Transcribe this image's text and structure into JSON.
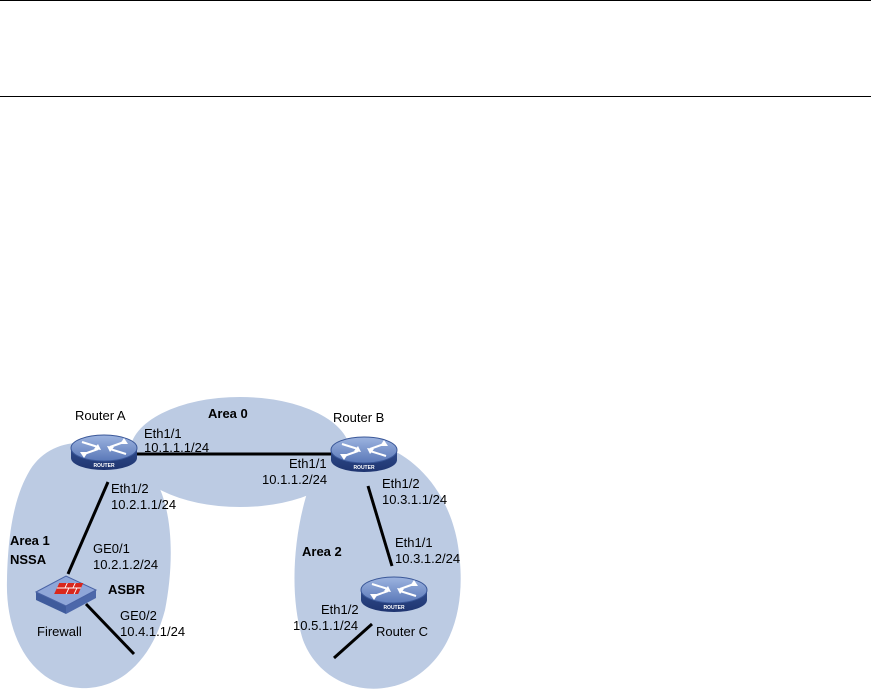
{
  "areas": {
    "area0": "Area 0",
    "area1_line1": "Area 1",
    "area1_line2": "NSSA",
    "area2": "Area 2"
  },
  "devices": {
    "router_a": {
      "name": "Router A",
      "badge": "ROUTER"
    },
    "router_b": {
      "name": "Router B",
      "badge": "ROUTER"
    },
    "router_c": {
      "name": "Router C",
      "badge": "ROUTER"
    },
    "firewall": {
      "name": "Firewall",
      "role": "ASBR"
    }
  },
  "interfaces": {
    "ra_eth11": {
      "name": "Eth1/1",
      "ip": "10.1.1.1/24"
    },
    "ra_eth12": {
      "name": "Eth1/2",
      "ip": "10.2.1.1/24"
    },
    "rb_eth11": {
      "name": "Eth1/1",
      "ip": "10.1.1.2/24"
    },
    "rb_eth12": {
      "name": "Eth1/2",
      "ip": "10.3.1.1/24"
    },
    "rc_eth11": {
      "name": "Eth1/1",
      "ip": "10.3.1.2/24"
    },
    "rc_eth12": {
      "name": "Eth1/2",
      "ip": "10.5.1.1/24"
    },
    "fw_ge01": {
      "name": "GE0/1",
      "ip": "10.2.1.2/24"
    },
    "fw_ge02": {
      "name": "GE0/2",
      "ip": "10.4.1.1/24"
    }
  },
  "colors": {
    "area_fill": "#bccbe3",
    "router_body": "#3f5b9c",
    "router_top": "#7d9ad0",
    "firewall_body": "#6f86c2",
    "firewall_accent": "#d9261c"
  }
}
